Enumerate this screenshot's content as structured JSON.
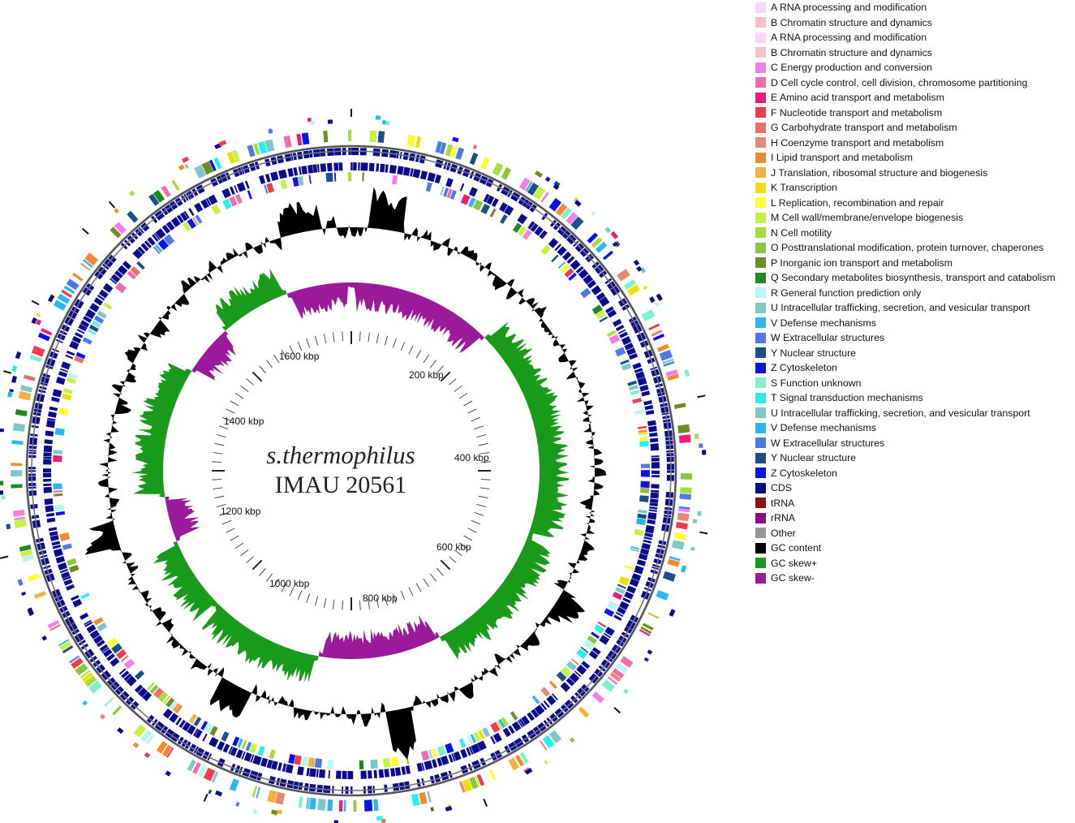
{
  "genome": {
    "species": "s.thermophilus",
    "strain": "IMAU 20561"
  },
  "kbp_labels": [
    {
      "text": "200 kbp"
    },
    {
      "text": "400 kbp"
    },
    {
      "text": "600 kbp"
    },
    {
      "text": "800 kbp"
    },
    {
      "text": "1000 kbp"
    },
    {
      "text": "1200 kbp"
    },
    {
      "text": "1400 kbp"
    },
    {
      "text": "1600 kbp"
    }
  ],
  "legend": [
    {
      "label": "A RNA processing and modification",
      "color": "#f9d7f7"
    },
    {
      "label": "B Chromatin structure and dynamics",
      "color": "#f7c0c6"
    },
    {
      "label": "A RNA processing and modification",
      "color": "#f9d7f7"
    },
    {
      "label": "B Chromatin structure and dynamics",
      "color": "#f7c0c6"
    },
    {
      "label": "C Energy production and conversion",
      "color": "#f47ee8"
    },
    {
      "label": "D Cell cycle control, cell division, chromosome partitioning",
      "color": "#f36ba8"
    },
    {
      "label": "E Amino acid transport and metabolism",
      "color": "#ee1a7f"
    },
    {
      "label": "F Nucleotide transport and metabolism",
      "color": "#ef3b4e"
    },
    {
      "label": "G Carbohydrate transport and metabolism",
      "color": "#f26b6b"
    },
    {
      "label": "H Coenzyme transport and metabolism",
      "color": "#e58a74"
    },
    {
      "label": "I Lipid transport and metabolism",
      "color": "#f58a2d"
    },
    {
      "label": "J Translation, ribosomal structure and biogenesis",
      "color": "#f5b23a"
    },
    {
      "label": "K Transcription",
      "color": "#ebe000"
    },
    {
      "label": "L Replication, recombination and repair",
      "color": "#ffff33"
    },
    {
      "label": "M Cell wall/membrane/envelope biogenesis",
      "color": "#c6f244"
    },
    {
      "label": "N Cell motility",
      "color": "#a3de3a"
    },
    {
      "label": "O Posttranslational modification, protein turnover, chaperones",
      "color": "#8cc63f"
    },
    {
      "label": "P Inorganic ion transport and metabolism",
      "color": "#6b8e23"
    },
    {
      "label": "Q Secondary metabolites biosynthesis, transport and catabolism",
      "color": "#1f8a1f"
    },
    {
      "label": "R General function prediction only",
      "color": "#b8f5f5"
    },
    {
      "label": "U Intracellular trafficking, secretion, and vesicular transport",
      "color": "#7fc7c7"
    },
    {
      "label": "V Defense mechanisms",
      "color": "#2bb6f0"
    },
    {
      "label": "W Extracellular structures",
      "color": "#4c79e6"
    },
    {
      "label": "Y Nuclear structure",
      "color": "#1b4f8a"
    },
    {
      "label": "Z Cytoskeleton",
      "color": "#0a14e6"
    },
    {
      "label": "S Function unknown",
      "color": "#7ff0cf"
    },
    {
      "label": "T Signal transduction mechanisms",
      "color": "#24f0f0"
    },
    {
      "label": "U Intracellular trafficking, secretion, and vesicular transport",
      "color": "#7fc7c7"
    },
    {
      "label": "V Defense mechanisms",
      "color": "#2bb6f0"
    },
    {
      "label": "W Extracellular structures",
      "color": "#4c79e6"
    },
    {
      "label": "Y Nuclear structure",
      "color": "#1b4f8a"
    },
    {
      "label": "Z Cytoskeleton",
      "color": "#0a14e6"
    },
    {
      "label": "CDS",
      "color": "#0a0a8c"
    },
    {
      "label": "tRNA",
      "color": "#9c0a0a"
    },
    {
      "label": "rRNA",
      "color": "#8c0a8c"
    },
    {
      "label": "Other",
      "color": "#969696"
    },
    {
      "label": "GC content",
      "color": "#000000"
    },
    {
      "label": "GC skew+",
      "color": "#1a9a1a"
    },
    {
      "label": "GC skew-",
      "color": "#9a1a9a"
    }
  ]
}
